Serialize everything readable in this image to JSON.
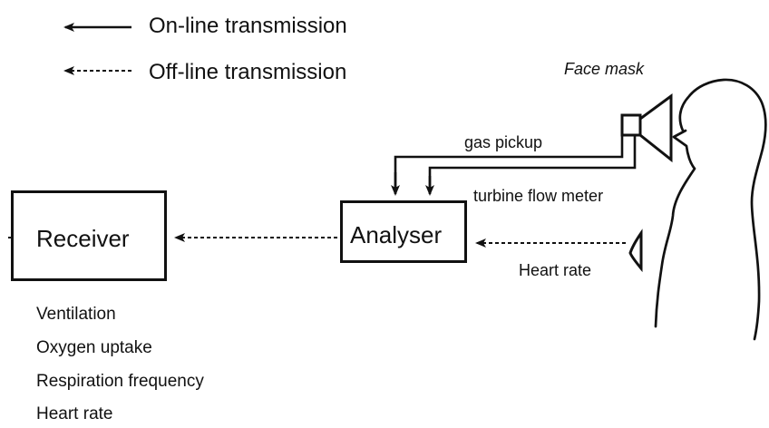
{
  "legend": {
    "online": "On-line transmission",
    "offline": "Off-line transmission"
  },
  "labels": {
    "face_mask": "Face mask",
    "gas_pickup": "gas pickup",
    "turbine_flow_meter": "turbine flow meter",
    "heart_rate_sensor": "Heart rate"
  },
  "boxes": {
    "receiver": "Receiver",
    "analyser": "Analyser"
  },
  "outputs": [
    "Ventilation",
    "Oxygen uptake",
    "Respiration frequency",
    "Heart rate"
  ]
}
